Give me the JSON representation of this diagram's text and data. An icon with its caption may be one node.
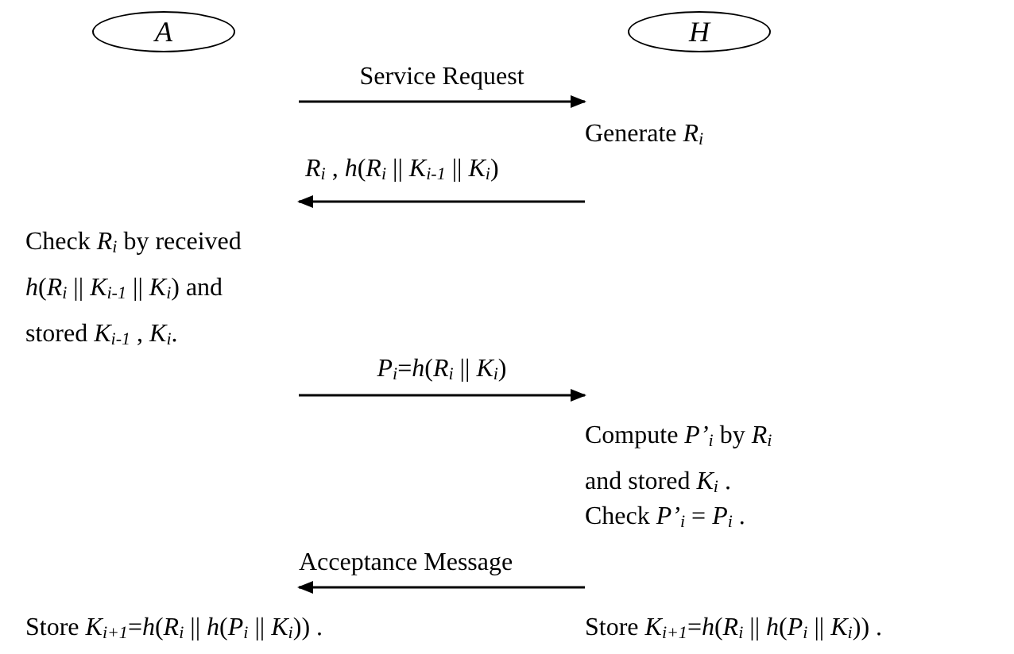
{
  "diagram": {
    "nodes": [
      {
        "text": [
          "*A*"
        ]
      },
      {
        "text": [
          "*H*"
        ]
      }
    ],
    "labels": [
      "Service Request",
      "Generate  *R*$_{i}$",
      "*R*$_{i}$ , *h*(*R*$_{i}$ || *K*$_{i-1}$ || *K*$_{i}$)",
      "Check *R*$_{i}$ by received *h*(*R*$_{i}$ || *K*$_{i-1}$ || *K*$_{i}$) and stored *K*$_{i-1}$ , *K*$_{i}$.",
      "*P*$_{i}$=*h*(*R*$_{i}$ || *K*$_{i}$)",
      "Compute *P’*$_{i}$ by *R*$_{i}$ and stored *K*$_{i}$ .",
      "Check *P’*$_{i}$ = *P*$_{i}$ .",
      "Acceptance Message",
      "Store *K*$_{i+1}$=*h*(*R*$_{i}$ || *h*(*P*$_{i}$ || *K*$_{i}$)) .",
      "Store *K*$_{i+1}$=*h*(*R*$_{i}$ || *h*(*P*$_{i}$ || *K*$_{i}$)) ."
    ]
  }
}
